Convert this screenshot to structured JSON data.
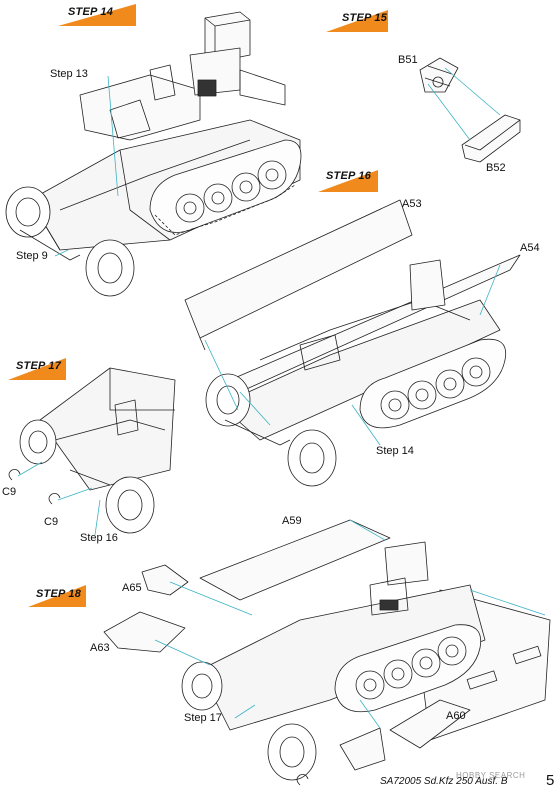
{
  "steps": {
    "s14": "STEP 14",
    "s15": "STEP 15",
    "s16": "STEP 16",
    "s17": "STEP 17",
    "s18": "STEP 18"
  },
  "callouts": {
    "step13": "Step 13",
    "step9": "Step 9",
    "b51": "B51",
    "b52": "B52",
    "a53": "A53",
    "a54": "A54",
    "step14": "Step 14",
    "c9_a": "C9",
    "c9_b": "C9",
    "step16": "Step 16",
    "a59": "A59",
    "a65": "A65",
    "a63": "A63",
    "step17": "Step 17",
    "a60": "A60"
  },
  "footer": {
    "code": "SA72005 Sd.Kfz 250 Ausf. B",
    "page": "5"
  },
  "watermark": "HOBBY SEARCH",
  "colors": {
    "accent": "#f08a1c",
    "line": "#222222",
    "leader": "#3bb3c3"
  }
}
